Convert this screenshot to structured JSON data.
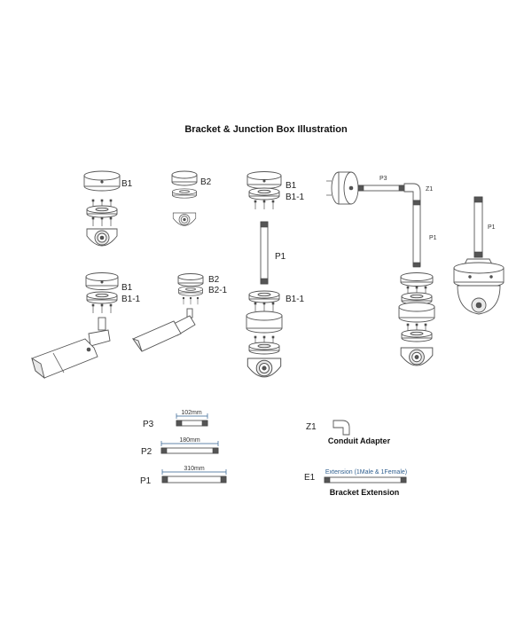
{
  "title": "Bracket & Junction Box Illustration",
  "assembly_labels": {
    "b1_a": "B1",
    "b2_a": "B2",
    "b1_b": "B1",
    "b1_1_b": "B1-1",
    "b1_c": "B1",
    "b1_1_c": "B1-1",
    "b2_d": "B2",
    "b2_1_d": "B2-1",
    "p1_c": "P1",
    "b1_1_c2": "B1-1",
    "p3_e": "P3",
    "z1_e": "Z1",
    "p1_e": "P1",
    "p1_f": "P1"
  },
  "parts": {
    "p3": {
      "code": "P3",
      "dimension": "102mm"
    },
    "p2": {
      "code": "P2",
      "dimension": "180mm"
    },
    "p1": {
      "code": "P1",
      "dimension": "310mm"
    },
    "z1": {
      "code": "Z1",
      "caption": "Conduit Adapter"
    },
    "e1": {
      "code": "E1",
      "extension_note": "Extension (1Male & 1Female)",
      "caption": "Bracket Extension"
    }
  },
  "colors": {
    "line": "#555555",
    "dimension": "#2f5f8f",
    "background": "#ffffff"
  }
}
